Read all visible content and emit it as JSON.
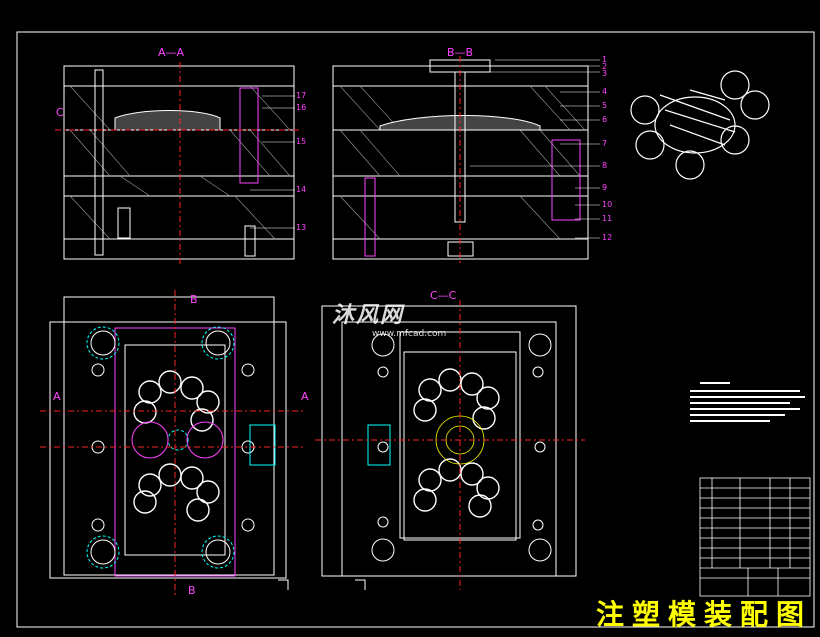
{
  "drawing": {
    "caption": "注塑模装配图",
    "sections": {
      "aa": "A—A",
      "bb": "B—B",
      "cc": "C—C",
      "marker_c": "C",
      "marker_a_left": "A",
      "marker_a_right": "A",
      "marker_b_top": "B",
      "marker_b_bottom": "B"
    },
    "part_numbers_right": [
      "1",
      "2",
      "3",
      "4",
      "5",
      "6",
      "7",
      "8",
      "9",
      "10",
      "11",
      "12"
    ],
    "part_numbers_left": [
      "17",
      "16",
      "15",
      "14",
      "13"
    ],
    "watermark": {
      "main": "沐风网",
      "sub": "www.mfcad.com"
    },
    "colors": {
      "background": "#000000",
      "outline": "#ffffff",
      "centerline": "#ff2222",
      "hatch": "#cccccc",
      "label": "#ff44ff",
      "hidden": "#00ffff",
      "caption": "#ffff00"
    }
  }
}
